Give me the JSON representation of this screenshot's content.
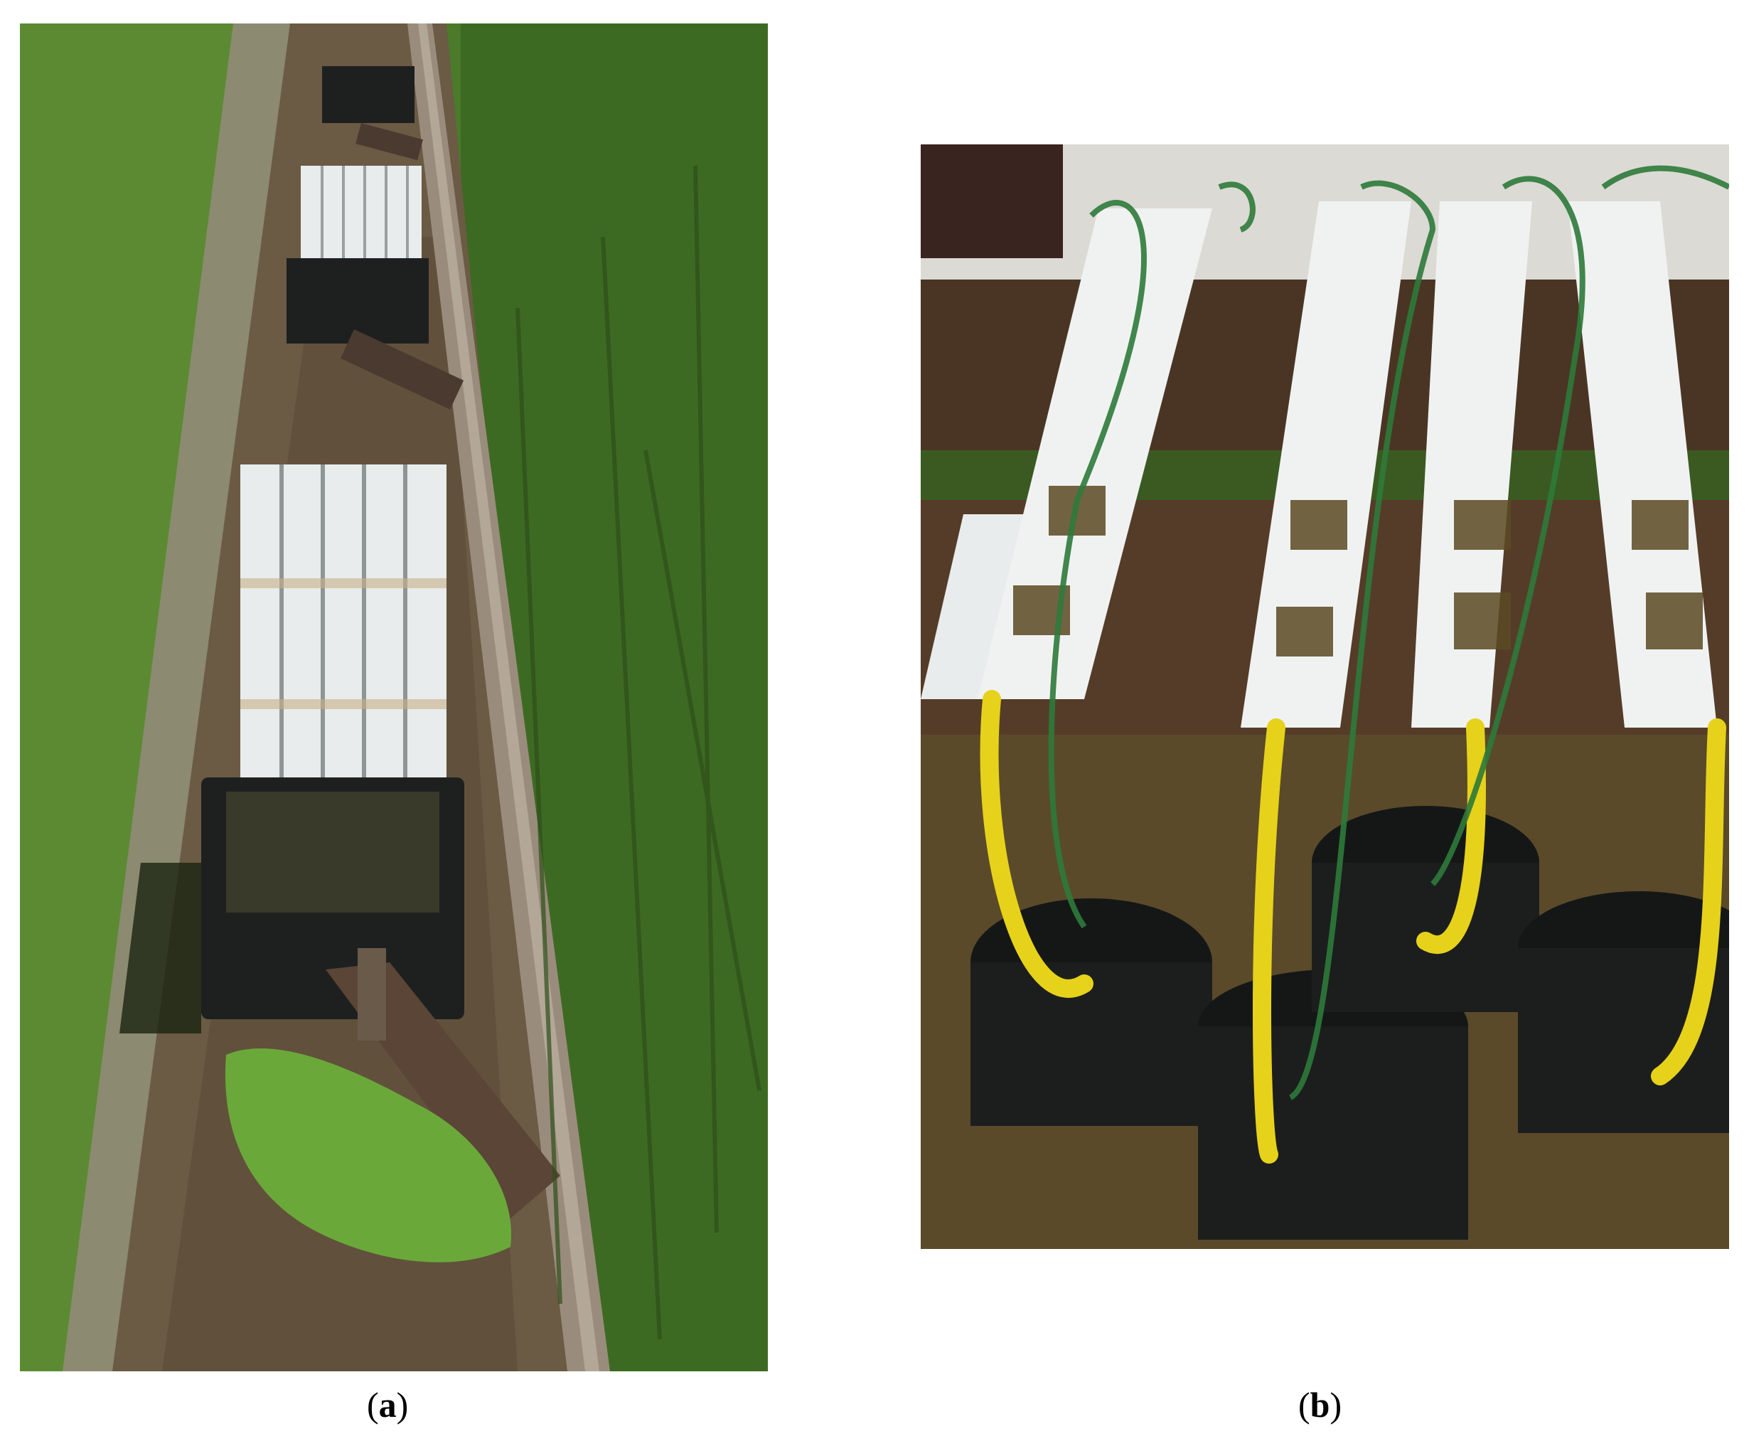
{
  "figure": {
    "panels": [
      {
        "id": "a",
        "label": "a",
        "open": "(",
        "close": ")",
        "subject": "outdoor-channel-with-flumes"
      },
      {
        "id": "b",
        "label": "b",
        "open": "(",
        "close": ")",
        "subject": "lab-troughs-with-buckets"
      }
    ]
  },
  "colors": {
    "grass": "#4a7a2a",
    "grass_dark": "#2e4f1a",
    "gravel": "#6b5a44",
    "pipe": "#8a7a6a",
    "trough_white": "#e8ecec",
    "black_box": "#1e2020",
    "duckweed": "#6aa83a",
    "wood": "#4a3524",
    "hose_yellow": "#e6d21a",
    "tube_green": "#2e7a3a"
  }
}
